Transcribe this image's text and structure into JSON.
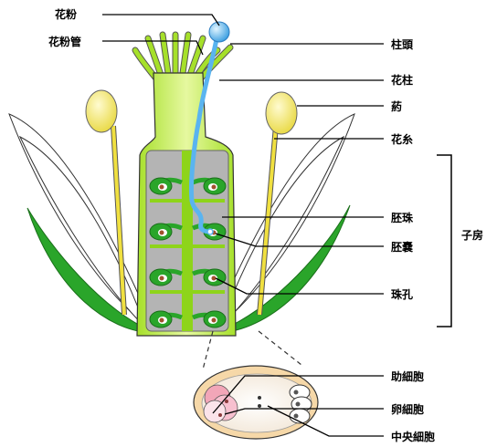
{
  "labels": {
    "pollen": "花粉",
    "pollen_tube": "花粉管",
    "stigma": "柱頭",
    "style": "花柱",
    "anther": "葯",
    "filament": "花糸",
    "ovule": "胚珠",
    "embryo_sac": "胚嚢",
    "micropyle": "珠孔",
    "ovary": "子房",
    "synergid": "助細胞",
    "egg_cell": "卵細胞",
    "central_cell": "中央細胞"
  },
  "colors": {
    "pistil_green": "#8ed41a",
    "pistil_light": "#c8f06a",
    "petal_green": "#2aa52a",
    "anther_yellow": "#f4ea7a",
    "filament_yellow": "#f0e040",
    "pollen_blue": "#5ab4f0",
    "ovary_gray": "#b4b4b4"
  }
}
